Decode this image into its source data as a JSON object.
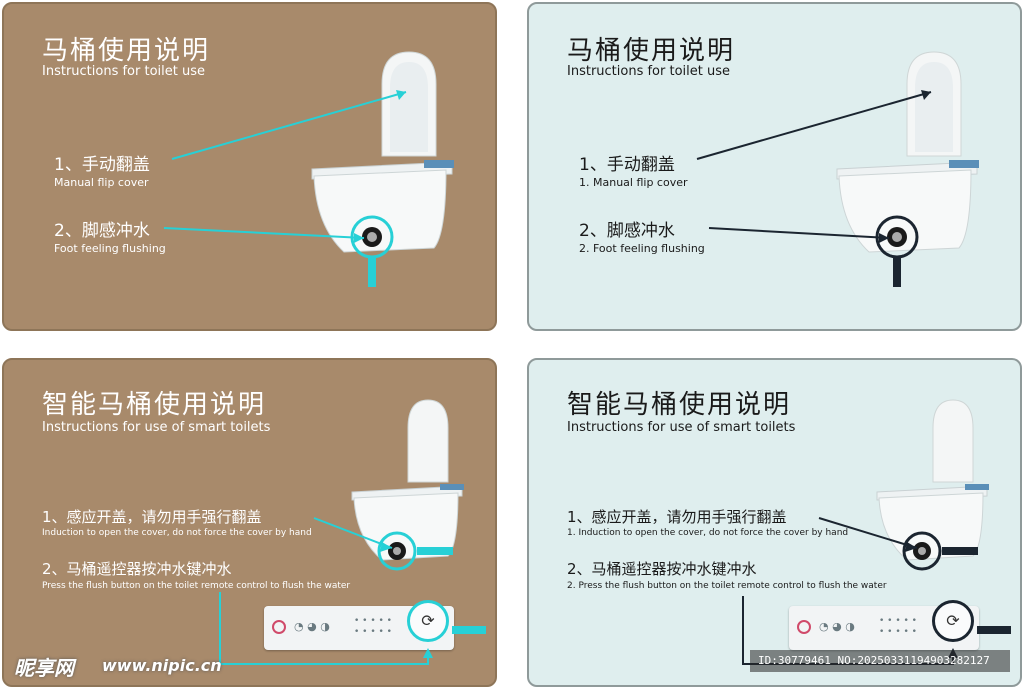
{
  "panels": [
    {
      "title": "马桶使用说明",
      "subtitle": "Instructions for toilet use",
      "item1": "1、手动翻盖",
      "item1_sub": "Manual flip cover",
      "item2": "2、脚感冲水",
      "item2_sub": "Foot feeling flushing"
    },
    {
      "title": "马桶使用说明",
      "subtitle": "Instructions for toilet use",
      "item1": "1、手动翻盖",
      "item1_sub": "1. Manual flip cover",
      "item2": "2、脚感冲水",
      "item2_sub": "2. Foot feeling flushing"
    },
    {
      "title": "智能马桶使用说明",
      "subtitle": "Instructions for use of smart toilets",
      "item1": "1、感应开盖，请勿用手强行翻盖",
      "item1_sub": "Induction to open the cover, do not force the cover by hand",
      "item2": "2、马桶遥控器按冲水键冲水",
      "item2_sub": "Press the flush button on the toilet remote control to flush the water"
    },
    {
      "title": "智能马桶使用说明",
      "subtitle": "Instructions for use of smart toilets",
      "item1": "1、感应开盖，请勿用手强行翻盖",
      "item1_sub": "1. Induction to open the cover, do not force the cover by hand",
      "item2": "2、马桶遥控器按冲水键冲水",
      "item2_sub": "2. Press the flush button on the toilet remote control to flush the water"
    }
  ],
  "watermark": {
    "logo": "昵享网",
    "url": "www.nipic.cn",
    "id": "ID:30779461 NO:20250331194903282127"
  },
  "colors": {
    "brown_bg": "#a88a6b",
    "mint_bg": "#dfeeee",
    "cyan_accent": "#27d0d6",
    "dark_accent": "#1b2530"
  }
}
